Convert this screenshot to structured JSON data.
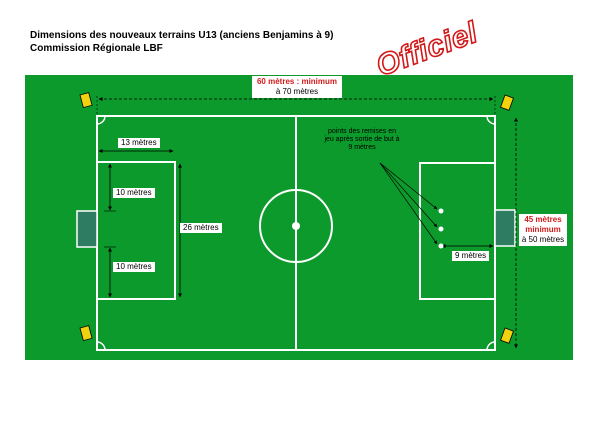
{
  "header": {
    "title": "Dimensions des nouveaux terrains U13 (anciens Benjamins à 9)",
    "subtitle": "Commission Régionale LBF",
    "stamp": "Officiel"
  },
  "dimensions": {
    "length_min": "60 mètres : minimum",
    "length_max": "à 70 mètres",
    "width_min_line1": "45 mètres",
    "width_min_line2": "minimum",
    "width_max": "à 50 mètres",
    "penalty_depth": "13 mètres",
    "post_offset_top": "10 mètres",
    "post_offset_bottom": "10 mètres",
    "penalty_width": "26 mètres",
    "restart_distance": "9 mètres"
  },
  "annotation": "points des remises en jeu après sortie de but à 9 mètres",
  "colors": {
    "pitch": "#0b9a2b",
    "lines": "#ffffff",
    "accent": "#d21a1a",
    "flag": "#f2d20e"
  }
}
